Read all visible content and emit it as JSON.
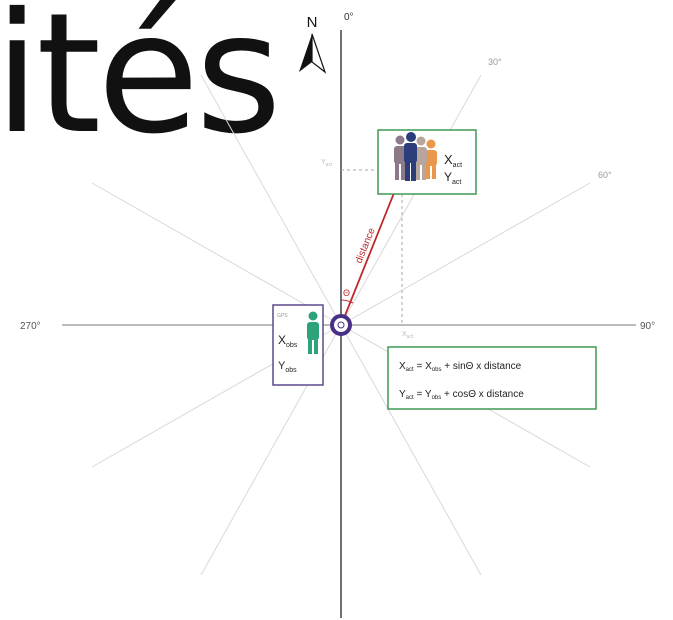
{
  "title_fragment": "ités",
  "north": {
    "label": "N",
    "degree": "0°"
  },
  "angle_labels": {
    "a30": "30°",
    "a60": "60°",
    "a90": "90°",
    "a270": "270°"
  },
  "observer": {
    "gps_label": "GPS",
    "x_label": "X",
    "x_sub": "obs",
    "y_label": "Y",
    "y_sub": "obs",
    "color": "#5b4a8c"
  },
  "actual": {
    "x_label": "X",
    "x_sub": "act",
    "y_label": "Y",
    "y_sub": "act",
    "yproj_label": "Y",
    "yproj_sub": "act",
    "xproj_label": "X",
    "xproj_sub": "act",
    "color": "#3f9a54"
  },
  "vector": {
    "distance_label": "distance",
    "theta_label": "Θ",
    "color": "#c0292b"
  },
  "formulas": {
    "line1": {
      "lhs": "X",
      "lhs_sub": "act",
      "eq": " = X",
      "obs_sub": "obs",
      "rhs": " + sinΘ x distance"
    },
    "line2": {
      "lhs": "Y",
      "lhs_sub": "act",
      "eq": " = Y",
      "obs_sub": "obs",
      "rhs": " + cosΘ x distance"
    }
  }
}
